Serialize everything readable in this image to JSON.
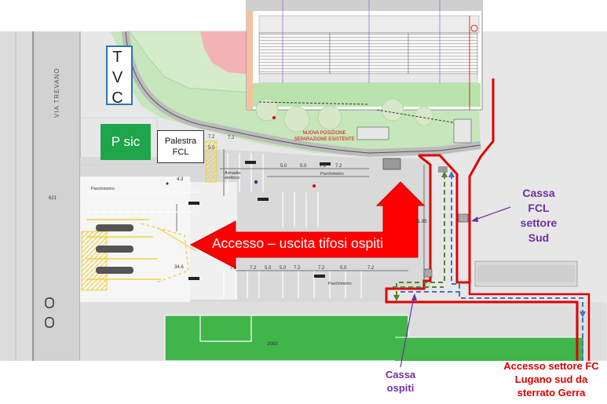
{
  "labels": {
    "tvc": "T V C",
    "p_sic": "P sic",
    "palestra_line1": "Palestra",
    "palestra_line2": "FCL",
    "arrow_text": "Accesso – uscita tifosi ospiti",
    "cassa_fcl": [
      "Cassa",
      "FCL",
      "settore",
      "Sud"
    ],
    "cassa_ospiti": [
      "Cassa",
      "ospiti"
    ],
    "accesso_settore": [
      "Accesso settore FC",
      "Lugano sud da",
      "sterrato Gerra"
    ],
    "nuova_posizione": [
      "NUOVA POSIZIONE",
      "SEPARAZIONE ESISTENTE"
    ],
    "via_trevano": "VIA TREVANO",
    "armadio": [
      "Armadio",
      "elettrico"
    ],
    "parchimetro": "Parchimetro"
  },
  "dimensions": [
    "7.2",
    "5.0",
    "5.0",
    "7.2",
    "7.2",
    "7.2",
    "5.0",
    "7.2",
    "7.2",
    "5.0",
    "5.0",
    "7.2",
    "7.2",
    "5.0",
    "7.2",
    "4.3",
    "34.6",
    "11.85",
    "2083",
    "621"
  ],
  "colors": {
    "grass": "#3fb54a",
    "asphalt": "#d9d9d9",
    "red_route": "#e00000",
    "purple": "#7030a0",
    "green_box": "#1fa64a",
    "blue_box": "#2f74b5",
    "dash_blue": "#4472c4",
    "dash_green": "#548235"
  }
}
